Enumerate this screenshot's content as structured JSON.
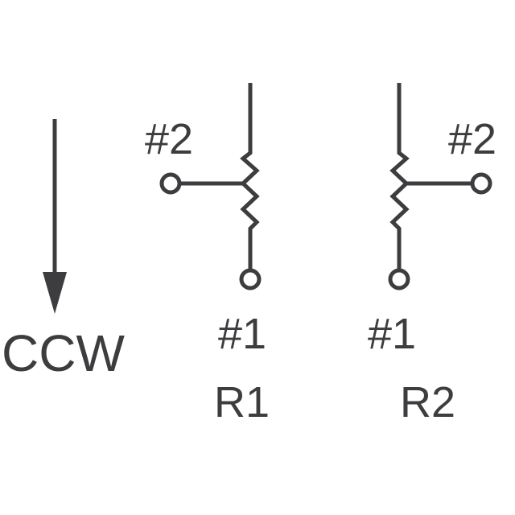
{
  "colors": {
    "stroke": "#3d3d40",
    "background": "#ffffff"
  },
  "direction_label": "CCW",
  "resistors": [
    {
      "name": "R1",
      "wiper_label": "#2",
      "end_label": "#1"
    },
    {
      "name": "R2",
      "wiper_label": "#2",
      "end_label": "#1"
    }
  ]
}
